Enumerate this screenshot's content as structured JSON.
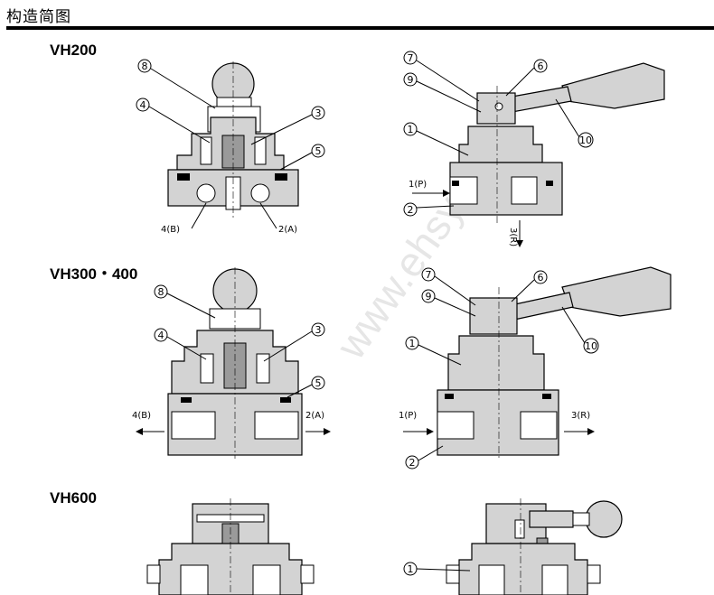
{
  "header": {
    "title": "构造简图"
  },
  "sections": [
    {
      "label": "VH200"
    },
    {
      "label": "VH300・400"
    },
    {
      "label": "VH600"
    }
  ],
  "callouts": {
    "c1": "1",
    "c2": "2",
    "c3": "3",
    "c4": "4",
    "c5": "5",
    "c6": "6",
    "c7": "7",
    "c8": "8",
    "c9": "9",
    "c10": "10"
  },
  "ports": {
    "p1": "1(P)",
    "p2": "2(A)",
    "p3": "3(R)",
    "p4": "4(B)"
  },
  "watermark": "www.ehsy.com"
}
